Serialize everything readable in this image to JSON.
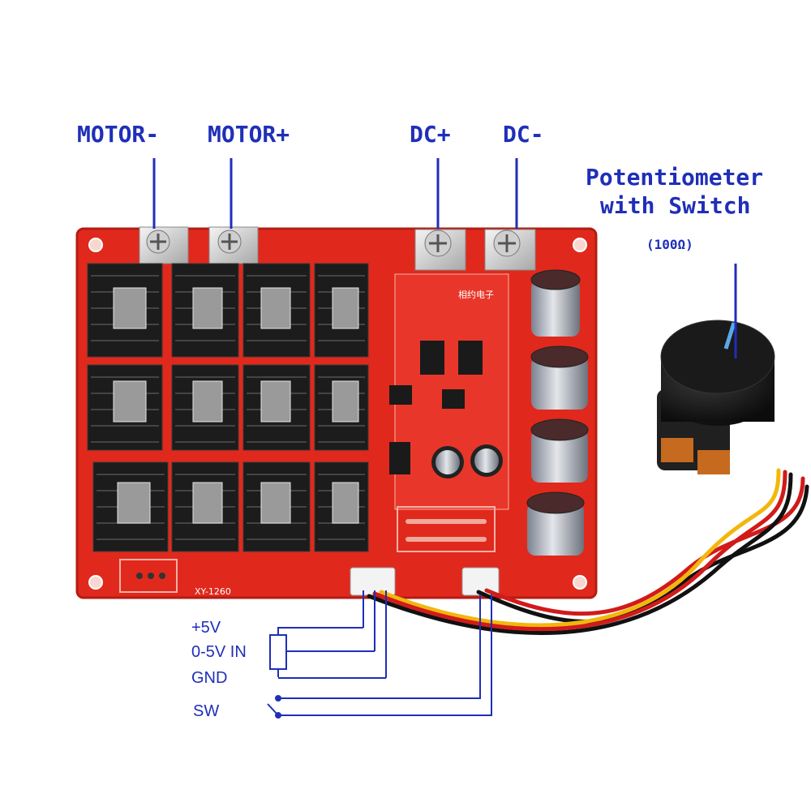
{
  "labels": {
    "motor_minus": "MOTOR-",
    "motor_plus": "MOTOR+",
    "dc_plus": "DC+",
    "dc_minus": "DC-",
    "pot_line1": "Potentiometer",
    "pot_line2": "with Switch",
    "pot_ohm": "(100Ω)",
    "v5": "+5V",
    "in05": "0-5V IN",
    "gnd": "GND",
    "sw": "SW"
  },
  "board": {
    "model": "XY-1260",
    "maker": "相约电子"
  },
  "colors": {
    "label_blue": "#1f2fb8",
    "pcb_red": "#e0291c",
    "heatsink_black": "#1c1c1c",
    "capacitor_silver": "#b9bcc4",
    "knob_black": "#141414",
    "wire_red": "#d21a1a",
    "wire_yellow": "#f2b70c",
    "wire_black": "#111111"
  }
}
